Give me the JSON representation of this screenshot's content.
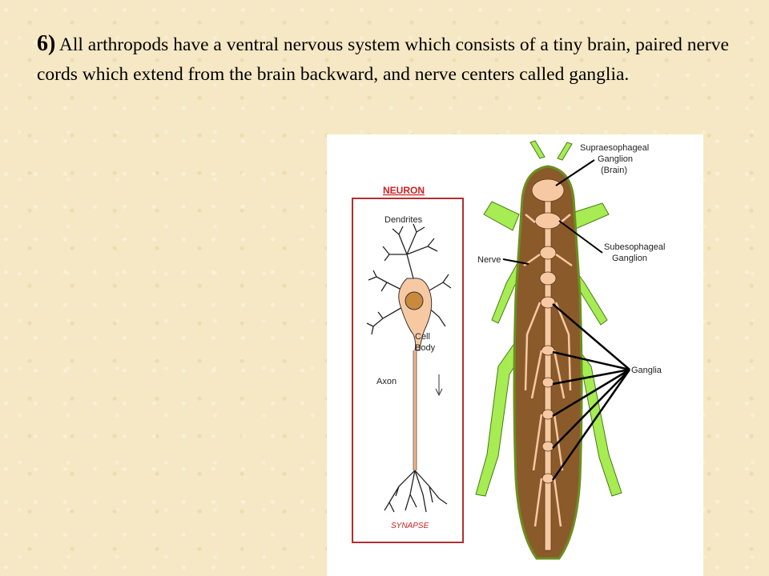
{
  "statement": {
    "number": "6)",
    "text": " All arthropods have a ventral nervous system which consists of a tiny brain, paired nerve cords which extend from the brain backward, and nerve centers called ganglia."
  },
  "figure": {
    "neuron_title": "NEURON",
    "labels": {
      "dendrites": "Dendrites",
      "cell_body_1": "Cell",
      "cell_body_2": "Body",
      "axon": "Axon",
      "synapse": "SYNAPSE",
      "supra_1": "Supraesophageal",
      "supra_2": "Ganglion",
      "supra_3": "(Brain)",
      "nerve": "Nerve",
      "sub_1": "Subesophageal",
      "sub_2": "Ganglion",
      "ganglia": "Ganglia"
    },
    "colors": {
      "body": "#8b5a2b",
      "legs": "#a6ec52",
      "cord": "#f7c9a3",
      "title_red": "#cc2222",
      "box_border": "#b03030"
    }
  }
}
